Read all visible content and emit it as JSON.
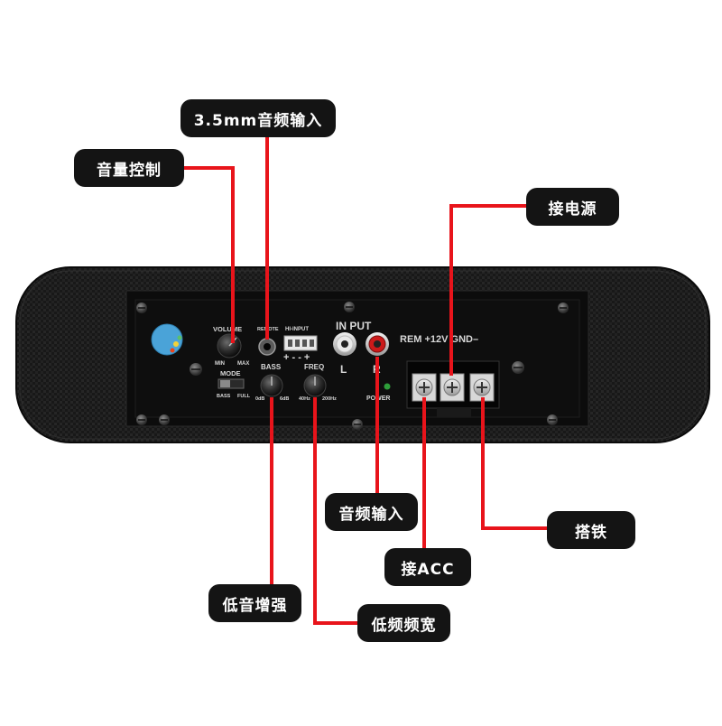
{
  "callouts": {
    "audio_35mm_input": "3.5mm音频输入",
    "volume_control": "音量控制",
    "power_connect": "接电源",
    "audio_input": "音频输入",
    "ground": "搭铁",
    "acc_connect": "接ACC",
    "bass_boost": "低音增强",
    "low_freq_width": "低频频宽"
  },
  "panel": {
    "volume": "VOLUME",
    "vol_min": "MIN",
    "vol_max": "MAX",
    "remote": "REMOTE",
    "hi_input": "HI-INPUT",
    "hi_pins": "+ - - +",
    "mode": "MODE",
    "mode_bass": "BASS",
    "mode_full": "FULL",
    "bass": "BASS",
    "bass_min": "0dB",
    "bass_max": "6dB",
    "freq": "FREQ",
    "freq_min": "40Hz",
    "freq_max": "200Hz",
    "input": "IN  PUT",
    "ch_left": "L",
    "ch_right": "R",
    "power": "POWER",
    "terminals": "REM  +12V  GND–"
  },
  "colors": {
    "leader_line": "#e8141b",
    "callout_bg": "#141414",
    "housing": "#1a1a1a",
    "faceplate": "#0c0c0c",
    "rca_left": "#e9e9e9",
    "rca_right": "#cc1a1a",
    "power_led": "#2e9e3a",
    "logo": "#4aa3d8"
  }
}
